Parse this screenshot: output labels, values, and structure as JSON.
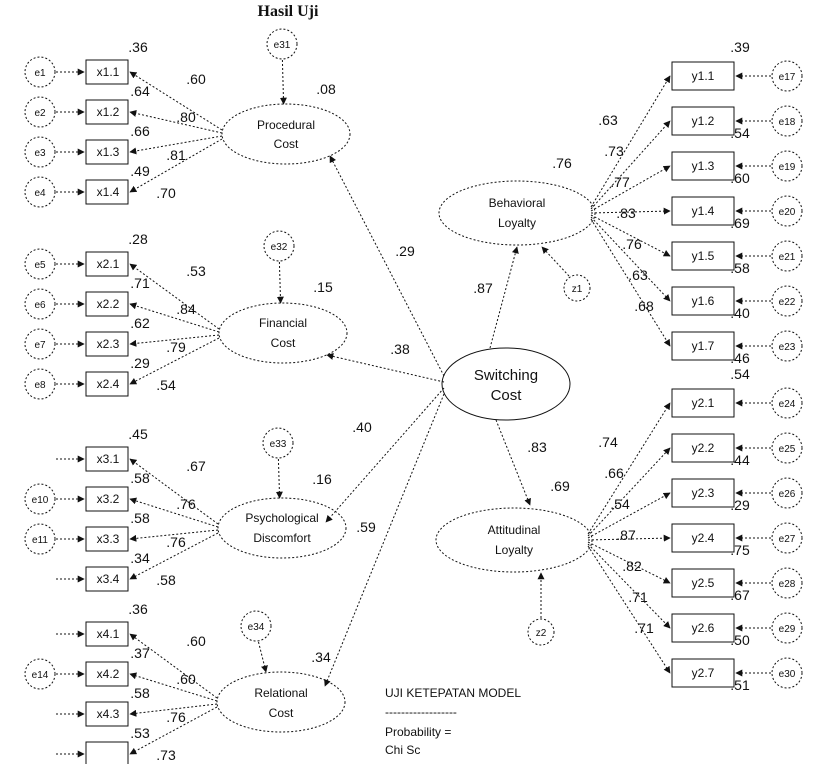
{
  "title": "Hasil Uji",
  "central": {
    "line1": "Switching",
    "line2": "Cost"
  },
  "left_factors": [
    {
      "id": "procedural",
      "line1": "Procedural",
      "line2": "Cost",
      "error": "e31",
      "r2": ".08",
      "path": ".29",
      "items": [
        {
          "name": "x1.1",
          "err": "e1",
          "r2": ".36",
          "loading": ".60"
        },
        {
          "name": "x1.2",
          "err": "e2",
          "r2": ".64",
          "loading": ".80"
        },
        {
          "name": "x1.3",
          "err": "e3",
          "r2": ".66",
          "loading": ".81"
        },
        {
          "name": "x1.4",
          "err": "e4",
          "r2": ".49",
          "loading": ".70"
        }
      ]
    },
    {
      "id": "financial",
      "line1": "Financial",
      "line2": "Cost",
      "error": "e32",
      "r2": ".15",
      "path": ".38",
      "items": [
        {
          "name": "x2.1",
          "err": "e5",
          "r2": ".28",
          "loading": ".53"
        },
        {
          "name": "x2.2",
          "err": "e6",
          "r2": ".71",
          "loading": ".84"
        },
        {
          "name": "x2.3",
          "err": "e7",
          "r2": ".62",
          "loading": ".79"
        },
        {
          "name": "x2.4",
          "err": "e8",
          "r2": ".29",
          "loading": ".54"
        }
      ]
    },
    {
      "id": "psychological",
      "line1": "Psychological",
      "line2": "Discomfort",
      "error": "e33",
      "r2": ".16",
      "path": ".40",
      "items": [
        {
          "name": "x3.1",
          "err": "",
          "r2": ".45",
          "loading": ".67"
        },
        {
          "name": "x3.2",
          "err": "e10",
          "r2": ".58",
          "loading": ".76"
        },
        {
          "name": "x3.3",
          "err": "e11",
          "r2": ".58",
          "loading": ".76"
        },
        {
          "name": "x3.4",
          "err": "",
          "r2": ".34",
          "loading": ".58"
        }
      ]
    },
    {
      "id": "relational",
      "line1": "Relational",
      "line2": "Cost",
      "error": "e34",
      "r2": ".34",
      "path": ".59",
      "items": [
        {
          "name": "x4.1",
          "err": "",
          "r2": ".36",
          "loading": ".60"
        },
        {
          "name": "x4.2",
          "err": "e14",
          "r2": ".37",
          "loading": ".60"
        },
        {
          "name": "x4.3",
          "err": "",
          "r2": ".58",
          "loading": ".76"
        },
        {
          "name": "",
          "err": "",
          "r2": ".53",
          "loading": ".73"
        }
      ]
    }
  ],
  "right_factors": [
    {
      "id": "behavioral",
      "line1": "Behavioral",
      "line2": "Loyalty",
      "error": "z1",
      "r2": ".76",
      "path": ".87",
      "items": [
        {
          "name": "y1.1",
          "err": "e17",
          "r2": ".39",
          "loading": ".63"
        },
        {
          "name": "y1.2",
          "err": "e18",
          "r2": ".54",
          "loading": ".73"
        },
        {
          "name": "y1.3",
          "err": "e19",
          "r2": ".60",
          "loading": ".77"
        },
        {
          "name": "y1.4",
          "err": "e20",
          "r2": ".69",
          "loading": ".83"
        },
        {
          "name": "y1.5",
          "err": "e21",
          "r2": ".58",
          "loading": ".76"
        },
        {
          "name": "y1.6",
          "err": "e22",
          "r2": ".40",
          "loading": ".63"
        },
        {
          "name": "y1.7",
          "err": "e23",
          "r2": ".46",
          "loading": ".68"
        }
      ]
    },
    {
      "id": "attitudinal",
      "line1": "Attitudinal",
      "line2": "Loyalty",
      "error": "z2",
      "r2": ".69",
      "path": ".83",
      "items": [
        {
          "name": "y2.1",
          "err": "e24",
          "r2": ".54",
          "loading": ".74"
        },
        {
          "name": "y2.2",
          "err": "e25",
          "r2": ".44",
          "loading": ".66"
        },
        {
          "name": "y2.3",
          "err": "e26",
          "r2": ".29",
          "loading": ".54"
        },
        {
          "name": "y2.4",
          "err": "e27",
          "r2": ".75",
          "loading": ".87"
        },
        {
          "name": "y2.5",
          "err": "e28",
          "r2": ".67",
          "loading": ".82"
        },
        {
          "name": "y2.6",
          "err": "e29",
          "r2": ".50",
          "loading": ".71"
        },
        {
          "name": "y2.7",
          "err": "e30",
          "r2": ".51",
          "loading": ".71"
        }
      ]
    }
  ],
  "notes": {
    "line1": "UJI KETEPATAN MODEL",
    "line2": "------------------",
    "line3": "Probability =",
    "line4": "Chi Sc"
  }
}
